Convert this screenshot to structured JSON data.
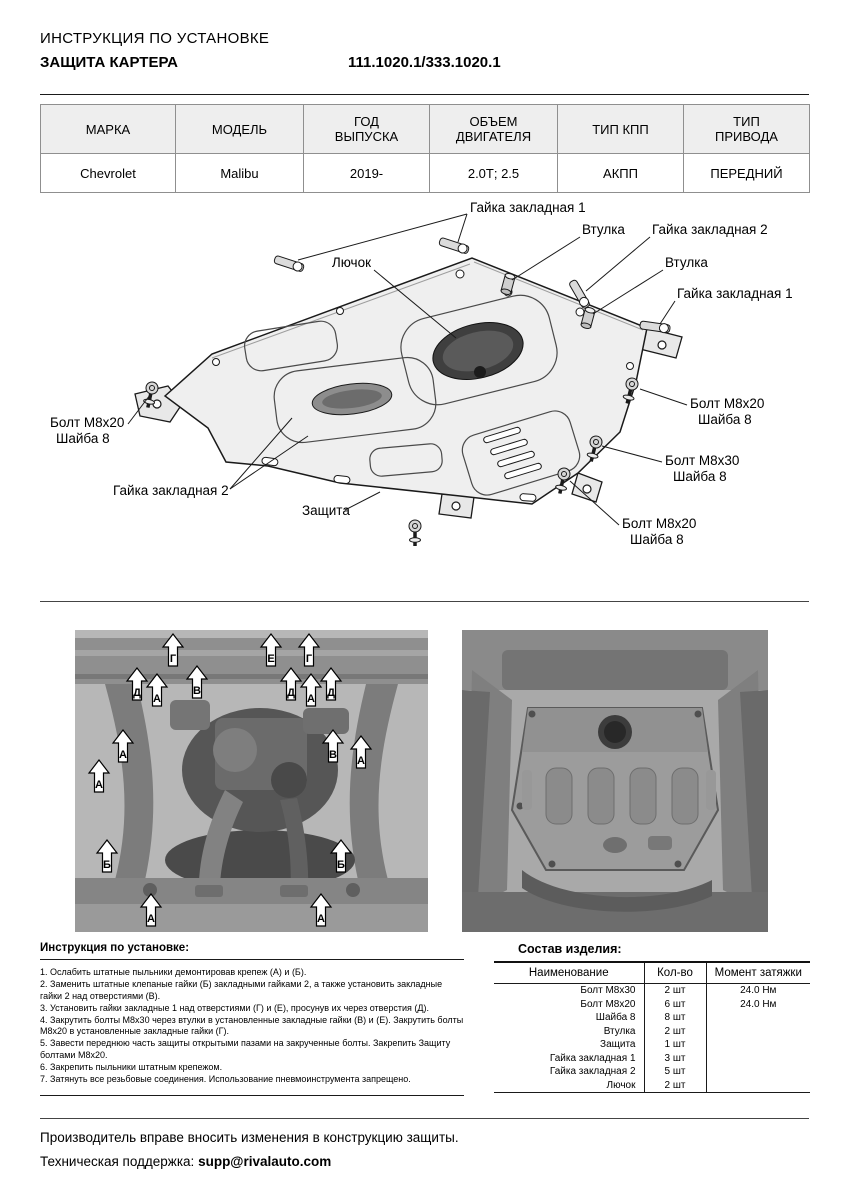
{
  "header": {
    "line1": "ИНСТРУКЦИЯ ПО УСТАНОВКЕ",
    "line2": "ЗАЩИТА КАРТЕРА",
    "part_numbers": "111.1020.1/333.1020.1"
  },
  "spec_table": {
    "headers": [
      "МАРКА",
      "МОДЕЛЬ",
      "ГОД\nВЫПУСКА",
      "ОБЪЕМ\nДВИГАТЕЛЯ",
      "ТИП КПП",
      "ТИП\nПРИВОДА"
    ],
    "row": [
      "Chevrolet",
      "Malibu",
      "2019-",
      "2.0Т; 2.5",
      "АКПП",
      "ПЕРЕДНИЙ"
    ]
  },
  "diagram": {
    "labels": {
      "gayka_zakladnaya_1": "Гайка закладная 1",
      "gayka_zakladnaya_2": "Гайка закладная 2",
      "vtulka": "Втулка",
      "lyuchok": "Лючок",
      "zashchita": "Защита",
      "bolt_m8x20": "Болт М8х20",
      "bolt_m8x30": "Болт М8х30",
      "shayba_8": "Шайба 8"
    }
  },
  "photos": {
    "markers": [
      "Г",
      "Е",
      "Г",
      "Д",
      "А",
      "В",
      "Д",
      "А",
      "Д",
      "А",
      "В",
      "А",
      "А",
      "Б",
      "Б",
      "А",
      "А"
    ]
  },
  "instructions": {
    "title": "Инструкция по установке:",
    "items": [
      "1. Ослабить штатные пыльники демонтировав крепеж (А) и (Б).",
      "2. Заменить штатные клепаные гайки (Б) закладными гайками 2, а также установить закладные гайки 2 над отверстиями (В).",
      "3. Установить гайки закладные 1 над отверстиями (Г) и (Е), просунув их через отверстия (Д).",
      "4. Закрутить болты М8х30 через втулки в установленные закладные гайки (В) и (Е). Закрутить болты М8х20 в установленные закладные гайки (Г).",
      "5. Завести переднюю часть защиты открытыми пазами на закрученные болты. Закрепить Защиту болтами М8х20.",
      "6. Закрепить пыльники штатным крепежом.",
      "7. Затянуть все резьбовые соединения. Использование пневмоинструмента запрещено."
    ]
  },
  "parts": {
    "title": "Состав изделия:",
    "headers": [
      "Наименование",
      "Кол-во",
      "Момент затяжки"
    ],
    "rows": [
      [
        "Болт М8х30",
        "2 шт",
        "24.0 Нм"
      ],
      [
        "Болт М8х20",
        "6 шт",
        "24.0 Нм"
      ],
      [
        "Шайба 8",
        "8 шт",
        ""
      ],
      [
        "Втулка",
        "2 шт",
        ""
      ],
      [
        "Защита",
        "1 шт",
        ""
      ],
      [
        "Гайка закладная 1",
        "3 шт",
        ""
      ],
      [
        "Гайка закладная 2",
        "5 шт",
        ""
      ],
      [
        "Лючок",
        "2 шт",
        ""
      ]
    ]
  },
  "footer": {
    "line1": "Производитель вправе вносить изменения в конструкцию защиты.",
    "support_label": "Техническая поддержка:",
    "support_email": "supp@rivalauto.com"
  }
}
